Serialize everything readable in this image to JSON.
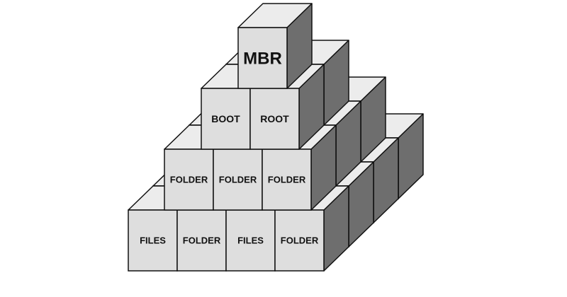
{
  "pyramid": {
    "apex": {
      "label": "MBR"
    },
    "tiers": [
      {
        "labels": [
          "BOOT",
          "ROOT"
        ]
      },
      {
        "labels": [
          "FOLDER",
          "FOLDER",
          "FOLDER"
        ]
      },
      {
        "labels": [
          "FILES",
          "FOLDER",
          "FILES",
          "FOLDER"
        ]
      }
    ]
  },
  "colors": {
    "front_face": "#dedede",
    "top_face": "#ececec",
    "side_face": "#6e6e6e",
    "edge": "#111111",
    "background": "#ffffff"
  }
}
